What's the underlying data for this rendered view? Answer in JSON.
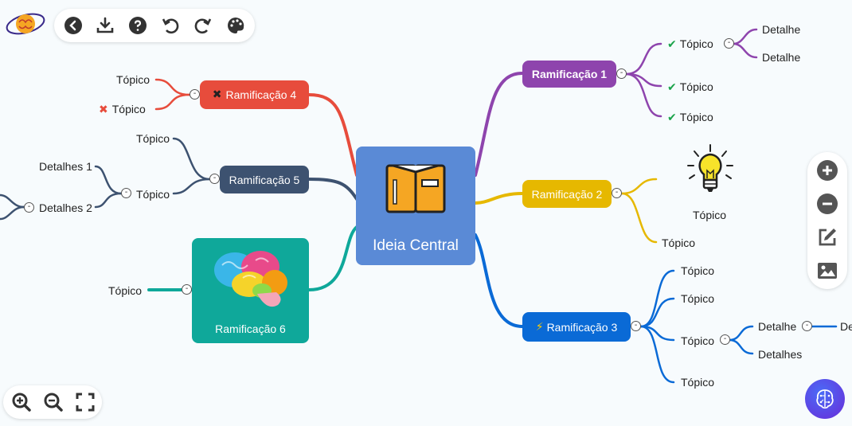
{
  "app": {
    "logo_icon": "brain-logo-icon"
  },
  "toolbar": {
    "back_icon": "chevron-left-icon",
    "download_icon": "download-icon",
    "help_icon": "question-icon",
    "undo_icon": "undo-icon",
    "redo_icon": "redo-icon",
    "theme_icon": "palette-icon"
  },
  "center": {
    "label": "Ideia Central",
    "icon": "open-book-icon",
    "color": "#5a8ad6"
  },
  "branch1": {
    "label": "Ramificação 1",
    "color": "#8e44ad",
    "topics": [
      "Tópico",
      "Tópico",
      "Tópico"
    ],
    "details": [
      "Detalhe",
      "Detalhe"
    ]
  },
  "branch2": {
    "label": "Ramificação 2",
    "color": "#e6b800",
    "topics": [
      "Tópico",
      "Tópico"
    ],
    "image_icon": "lightbulb-icon"
  },
  "branch3": {
    "label": "Ramificação 3",
    "color": "#0a6ad6",
    "topics": [
      "Tópico",
      "Tópico",
      "Tópico",
      "Tópico"
    ],
    "details": [
      "Detalhe",
      "Detalhes"
    ],
    "subdetail": "De"
  },
  "branch4": {
    "label": "Ramificação 4",
    "color": "#e74c3c",
    "topics": [
      "Tópico",
      "Tópico"
    ]
  },
  "branch5": {
    "label": "Ramificação 5",
    "color": "#3d5270",
    "topics": [
      "Tópico",
      "Tópico"
    ],
    "details": [
      "Detalhes 1",
      "Detalhes 2"
    ]
  },
  "branch6": {
    "label": "Ramificação 6",
    "color": "#0fa89a",
    "topics": [
      "Tópico"
    ],
    "image_icon": "brain-icon"
  },
  "toggle_symbol": "-",
  "sidebar": {
    "zoom_in_icon": "plus-circle-icon",
    "zoom_out_icon": "minus-circle-icon",
    "edit_icon": "edit-icon",
    "image_icon": "image-icon"
  },
  "zoom": {
    "zoom_in_icon": "magnifier-plus-icon",
    "zoom_out_icon": "magnifier-minus-icon",
    "fullscreen_icon": "fullscreen-icon"
  },
  "ai": {
    "icon": "ai-brain-icon"
  }
}
